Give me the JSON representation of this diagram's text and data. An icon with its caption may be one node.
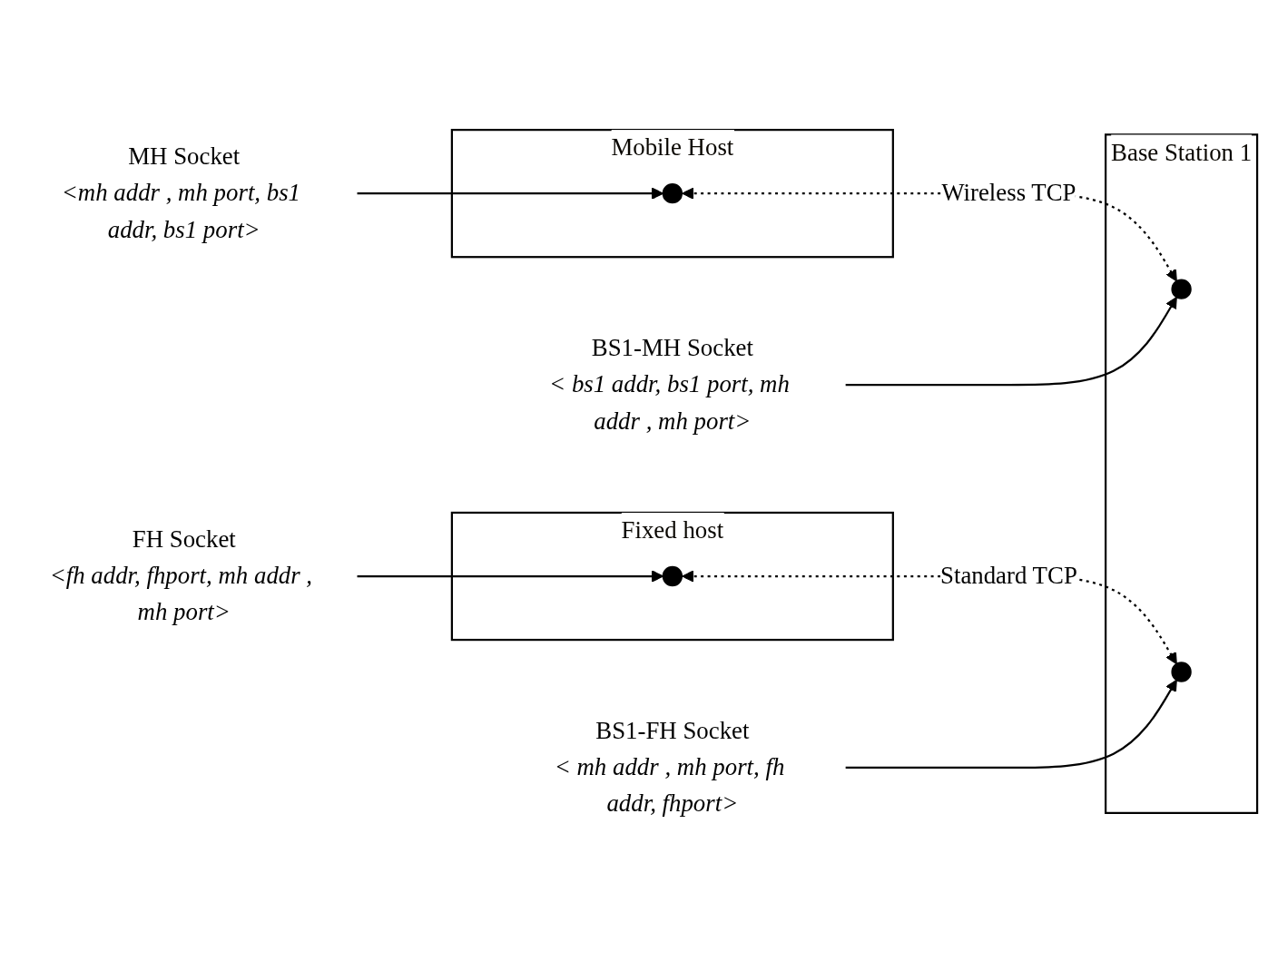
{
  "diagram": {
    "nodes": [
      {
        "text": [
          "Fixed host"
        ]
      },
      {
        "text": [],
        "shape": "circle",
        "in": 0
      },
      {
        "text": [
          "FH Socket",
          "<fh addr, fhport, mh addr , mh port>"
        ]
      },
      {
        "text": [
          "Mobile Host"
        ]
      },
      {
        "text": [],
        "shape": "circle",
        "in": 3
      },
      {
        "text": [
          "MH Socket",
          "<mh addr , mh port, bs1 addr, bs1 port>"
        ]
      },
      {
        "text": [
          "Base Station 1"
        ]
      },
      {
        "text": [],
        "shape": "circle",
        "in": 6
      },
      {
        "text": [],
        "shape": "circle",
        "in": 6
      },
      {
        "text": [
          "BS1-MH Socket",
          "< bs1 addr, bs1 port, mh addr , mh port>"
        ]
      },
      {
        "text": [
          "BS1-FH Socket",
          "< mh addr , mh port, fh addr, fhport>"
        ]
      }
    ],
    "edges": [
      {
        "from": 2,
        "to": 1,
        "arrow": "to"
      },
      {
        "from": 1,
        "to": 8,
        "arrow": "both",
        "style": "dashed",
        "label": "Standard TCP"
      },
      {
        "from": 4,
        "to": 7,
        "arrow": "both",
        "style": "dashed",
        "label": "Wireless TCP"
      },
      {
        "from": 5,
        "to": 4,
        "arrow": "to"
      },
      {
        "from": 9,
        "to": 7,
        "arrow": "to"
      },
      {
        "from": 10,
        "to": 8,
        "arrow": "to"
      }
    ]
  }
}
